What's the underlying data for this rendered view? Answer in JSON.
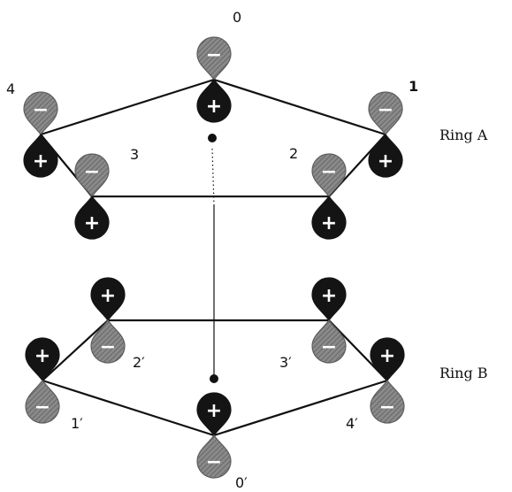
{
  "colors": {
    "hatched_lobe": "#8a8a8a",
    "hatch_line": "#5e5e5e",
    "solid_lobe": "#141414",
    "line": "#111111"
  },
  "signs": {
    "plus": "+",
    "minus": "−"
  },
  "ring_a": {
    "label": "Ring A",
    "atoms": [
      {
        "id": "0",
        "label": "0",
        "top_lobe": "hatched",
        "top_sign": "−",
        "bottom_lobe": "solid",
        "bottom_sign": "+"
      },
      {
        "id": "1",
        "label": "1",
        "top_lobe": "hatched",
        "top_sign": "−",
        "bottom_lobe": "solid",
        "bottom_sign": "+"
      },
      {
        "id": "2",
        "label": "2",
        "top_lobe": "hatched",
        "top_sign": "−",
        "bottom_lobe": "solid",
        "bottom_sign": "+"
      },
      {
        "id": "3",
        "label": "3",
        "top_lobe": "hatched",
        "top_sign": "−",
        "bottom_lobe": "solid",
        "bottom_sign": "+"
      },
      {
        "id": "4",
        "label": "4",
        "top_lobe": "hatched",
        "top_sign": "−",
        "bottom_lobe": "solid",
        "bottom_sign": "+"
      }
    ]
  },
  "ring_b": {
    "label": "Ring B",
    "atoms": [
      {
        "id": "0'",
        "label": "0′",
        "top_lobe": "solid",
        "top_sign": "+",
        "bottom_lobe": "hatched",
        "bottom_sign": "−"
      },
      {
        "id": "1'",
        "label": "1′",
        "top_lobe": "solid",
        "top_sign": "+",
        "bottom_lobe": "hatched",
        "bottom_sign": "−"
      },
      {
        "id": "2'",
        "label": "2′",
        "top_lobe": "solid",
        "top_sign": "+",
        "bottom_lobe": "hatched",
        "bottom_sign": "−"
      },
      {
        "id": "3'",
        "label": "3′",
        "top_lobe": "solid",
        "top_sign": "+",
        "bottom_lobe": "hatched",
        "bottom_sign": "−"
      },
      {
        "id": "4'",
        "label": "4′",
        "top_lobe": "solid",
        "top_sign": "+",
        "bottom_lobe": "hatched",
        "bottom_sign": "−"
      }
    ]
  }
}
